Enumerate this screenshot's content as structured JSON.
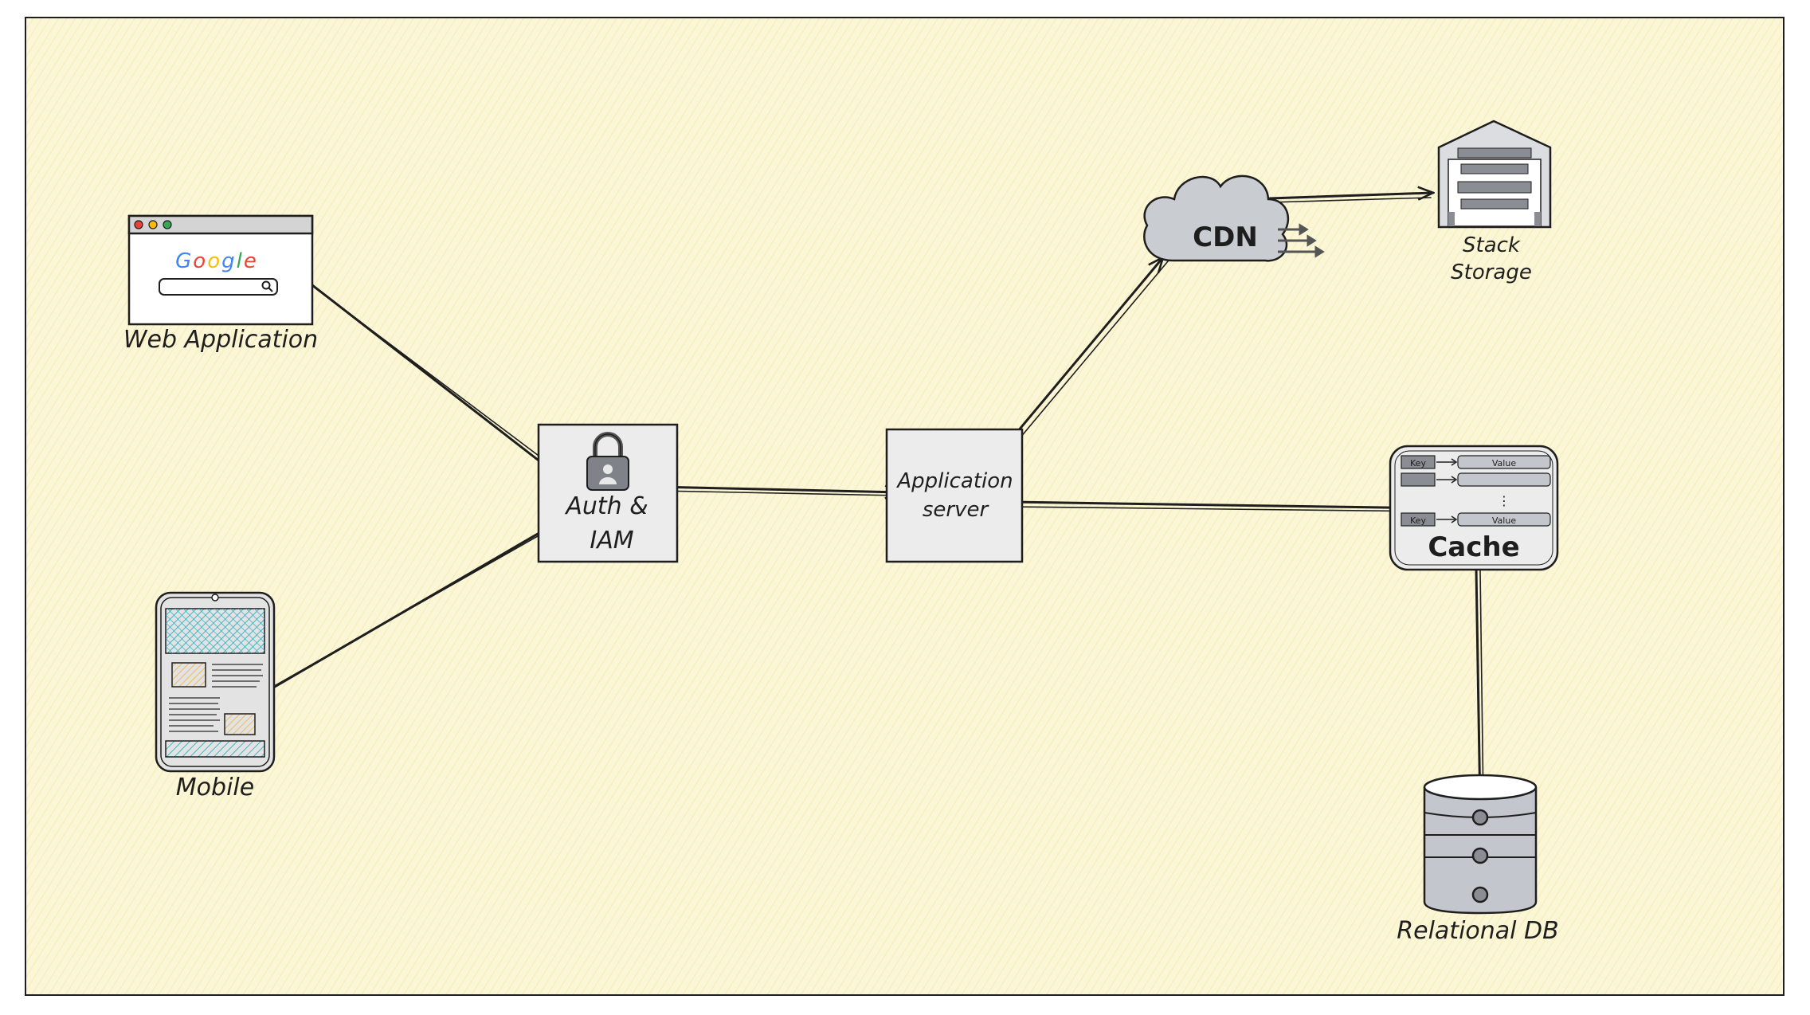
{
  "nodes": {
    "web_app": {
      "label": "Web Application",
      "logo_text": "Google"
    },
    "mobile": {
      "label": "Mobile"
    },
    "auth": {
      "label_line1": "Auth &",
      "label_line2": "IAM"
    },
    "app_server": {
      "label_line1": "Application",
      "label_line2": "server"
    },
    "cdn": {
      "label": "CDN"
    },
    "storage": {
      "label_line1": "Stack",
      "label_line2": "Storage"
    },
    "cache": {
      "label": "Cache",
      "key_label": "Key",
      "value_label": "Value",
      "ellipsis": "⋮"
    },
    "db": {
      "label": "Relational DB"
    }
  },
  "edges": [
    {
      "from": "web_app",
      "to": "auth"
    },
    {
      "from": "mobile",
      "to": "auth"
    },
    {
      "from": "auth",
      "to": "app_server"
    },
    {
      "from": "app_server",
      "to": "cdn"
    },
    {
      "from": "cdn",
      "to": "storage"
    },
    {
      "from": "app_server",
      "to": "cache"
    },
    {
      "from": "cache",
      "to": "db"
    }
  ],
  "colors": {
    "canvas_bg": "#fbf6d6",
    "stroke": "#1e1e1e",
    "box_fill": "#ececec",
    "device_fill": "#e0e0e0",
    "gray_dark": "#8a8d93",
    "gray_mid": "#c3c6cc",
    "cyan_hatch": "#3fb6c8",
    "orange_hatch": "#f1b84a",
    "google_blue": "#4285f4",
    "google_red": "#ea4335",
    "google_yellow": "#fbbc05",
    "google_green": "#34a853"
  }
}
